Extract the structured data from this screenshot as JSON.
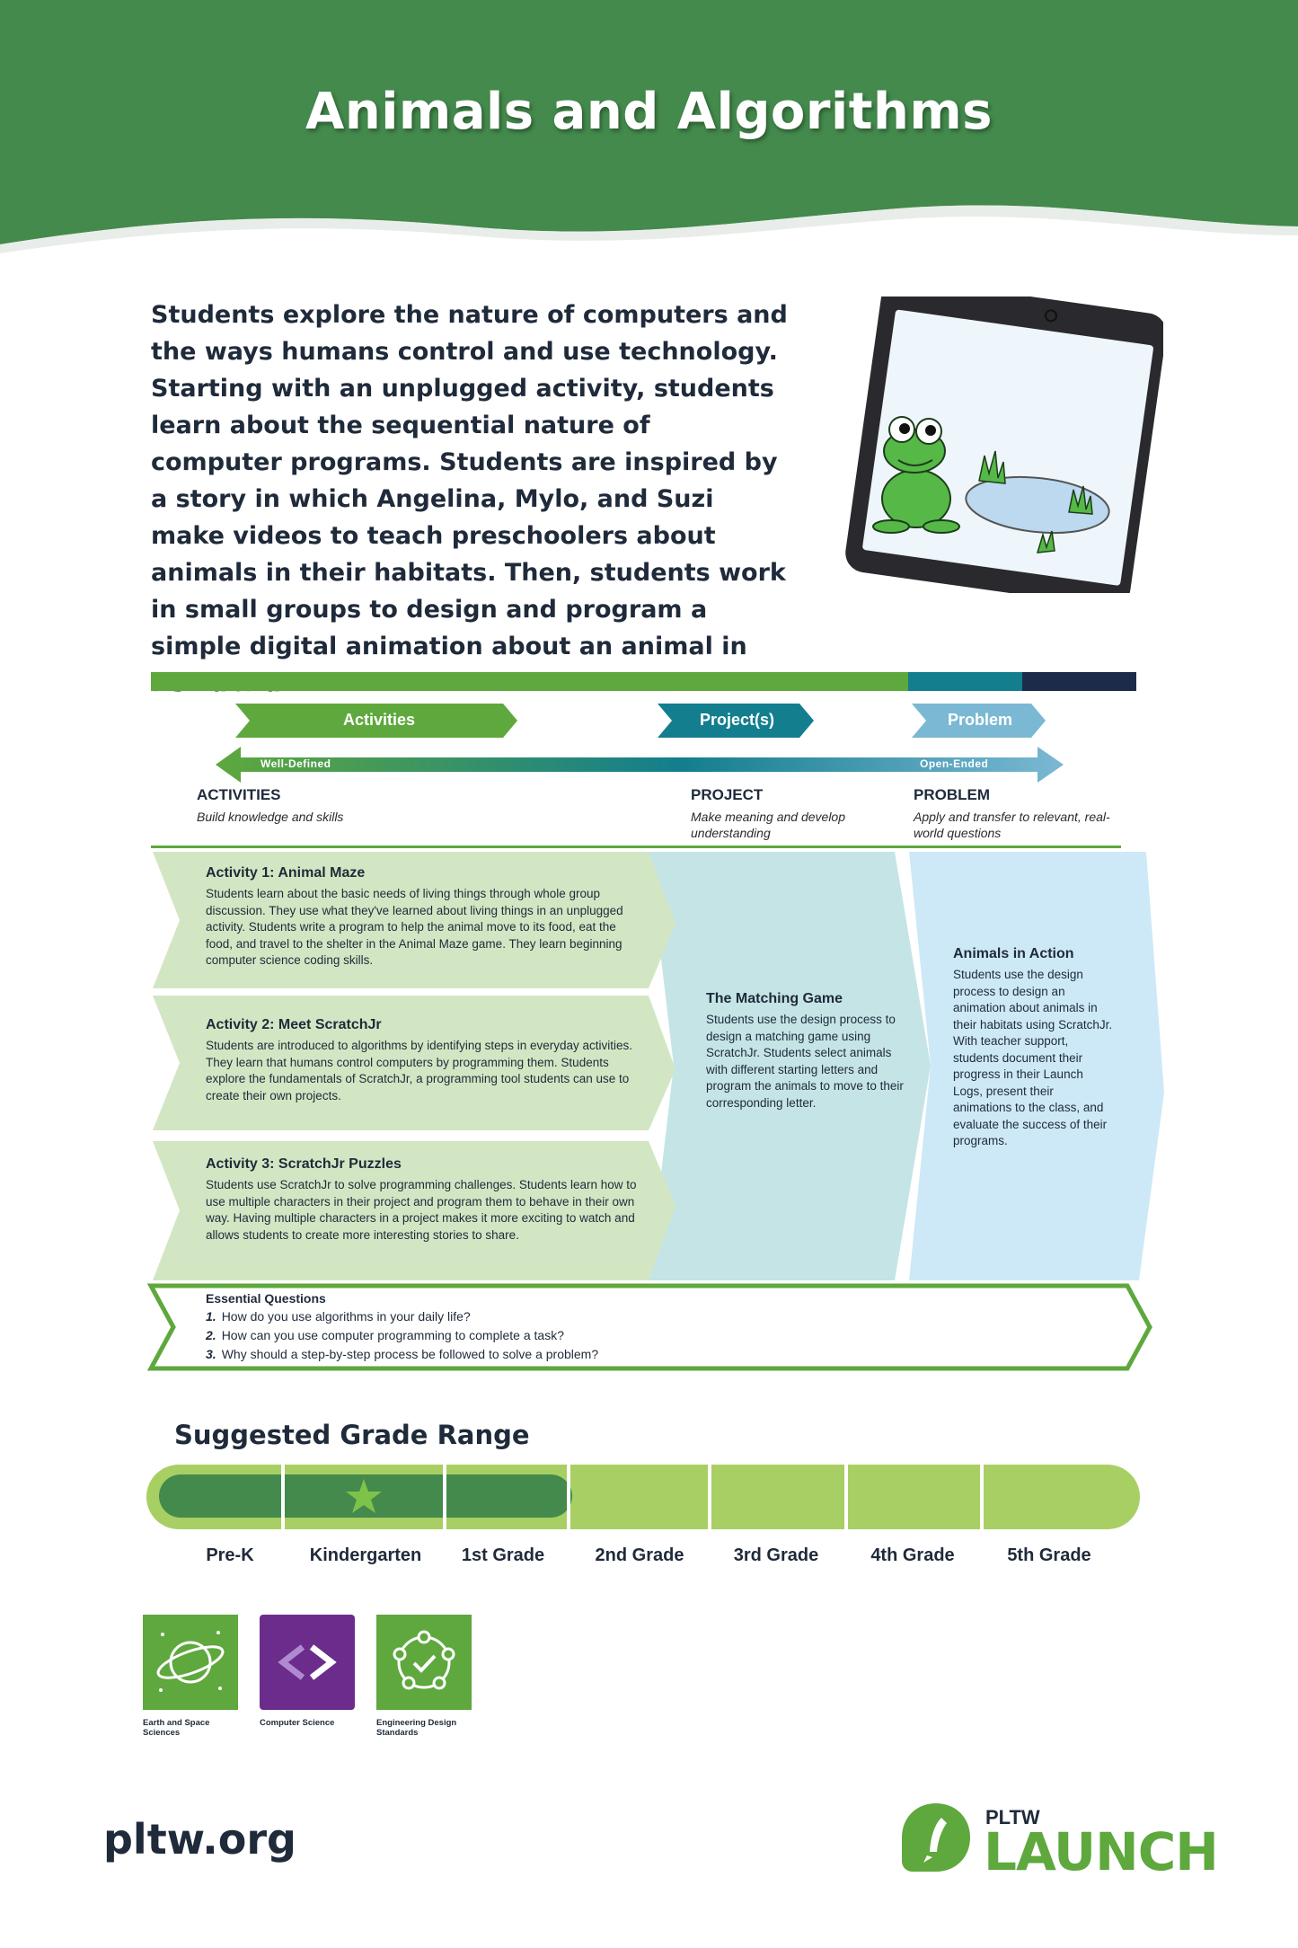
{
  "header": {
    "title": "Animals and Algorithms"
  },
  "intro": {
    "text": "Students explore the nature of computers and the ways humans control and use technology. Starting with an unplugged activity, students learn about the sequential nature of computer programs. Students are inspired by a story in which Angelina, Mylo, and Suzi make videos to teach preschoolers about animals in their habitats. Then, students work in small groups to design and program a simple digital animation about an animal in its habitat."
  },
  "continuum": {
    "activities_label": "Activities",
    "projects_label": "Project(s)",
    "problem_label": "Problem",
    "left_label": "Well-Defined",
    "right_label": "Open-Ended"
  },
  "columns": {
    "activities": {
      "heading": "ACTIVITIES",
      "sub": "Build knowledge and skills"
    },
    "project": {
      "heading": "PROJECT",
      "sub": "Make meaning and develop understanding"
    },
    "problem": {
      "heading": "PROBLEM",
      "sub": "Apply and transfer to relevant, real-world questions"
    }
  },
  "activities": [
    {
      "title": "Activity 1: Animal Maze",
      "body": "Students learn about the basic needs of living things through whole group discussion. They use what they've learned about living things in an unplugged activity. Students write a program to help the animal move to its food, eat the food, and travel to the shelter in the Animal Maze game. They learn beginning computer science coding skills."
    },
    {
      "title": "Activity 2: Meet ScratchJr",
      "body": "Students are introduced to algorithms by identifying steps in everyday activities. They learn that humans control computers by programming them. Students explore the fundamentals of ScratchJr, a programming tool students can use to create their own projects."
    },
    {
      "title": "Activity 3: ScratchJr Puzzles",
      "body": "Students use ScratchJr to solve programming challenges. Students learn how to use multiple characters in their project and program them to behave in their own way. Having multiple characters in a project makes it more exciting to watch and allows students to create more interesting stories to share."
    }
  ],
  "project": {
    "title": "The Matching Game",
    "body": "Students use the design process to design a matching game using ScratchJr. Students select animals with different starting letters and program the animals to move to their corresponding letter."
  },
  "problem": {
    "title": "Animals in Action",
    "body": "Students use the design process to design an animation about animals in their habitats using ScratchJr. With teacher support, students document their progress in their Launch Logs, present their animations to the class, and evaluate the success of their programs."
  },
  "essential_questions": {
    "title": "Essential Questions",
    "items": [
      {
        "num": "1.",
        "text": "How do you use algorithms in your daily life?"
      },
      {
        "num": "2.",
        "text": "How can you use computer programming to complete a task?"
      },
      {
        "num": "3.",
        "text": "Why should a step-by-step process be followed to solve a problem?"
      }
    ]
  },
  "grade_range": {
    "title": "Suggested Grade Range",
    "grades": [
      "Pre-K",
      "Kindergarten",
      "1st Grade",
      "2nd Grade",
      "3rd Grade",
      "4th Grade",
      "5th Grade"
    ],
    "highlighted": [
      "Pre-K",
      "Kindergarten",
      "1st Grade"
    ],
    "starred": "Kindergarten"
  },
  "standards": [
    {
      "label": "Earth and Space Sciences",
      "icon": "planet-icon",
      "color": "#5ea83d"
    },
    {
      "label": "Computer Science",
      "icon": "code-brackets-icon",
      "color": "#6b2c8c"
    },
    {
      "label": "Engineering Design Standards",
      "icon": "design-cycle-icon",
      "color": "#5ea83d"
    }
  ],
  "footer": {
    "url": "pltw.org",
    "brand_top": "PLTW",
    "brand_main": "LAUNCH"
  },
  "colors": {
    "header_green": "#438a4c",
    "light_green": "#a8cf63",
    "dark_green": "#438a4c",
    "teal": "#137e8e",
    "navy": "#1c2b4a"
  }
}
